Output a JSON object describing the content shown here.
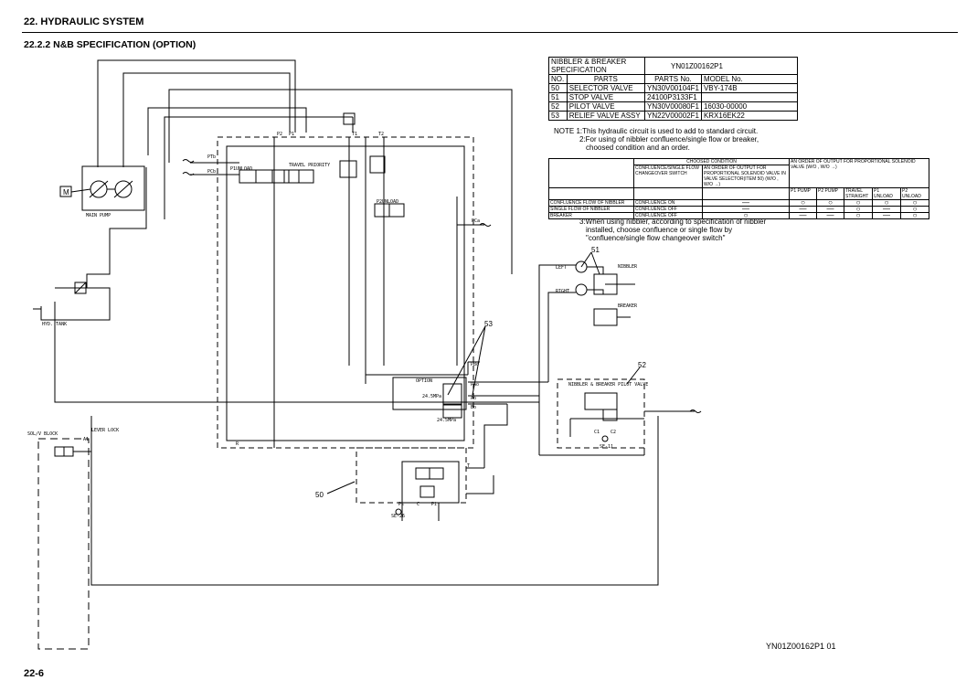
{
  "header": {
    "title": "22. HYDRAULIC SYSTEM",
    "subtitle": "22.2.2  N&B SPECIFICATION (OPTION)"
  },
  "footer": {
    "page_number": "22-6",
    "doc_code": "YN01Z00162P1  01"
  },
  "parts_table": {
    "spec_label": "NIBBLER & BREAKER SPECIFICATION",
    "spec_code": "YN01Z00162P1",
    "col_no": "NO.",
    "col_parts": "PARTS",
    "col_parts_no": "PARTS No.",
    "col_model": "MODEL No.",
    "rows": [
      {
        "no": "50",
        "part": "SELECTOR VALVE",
        "parts_no": "YN30V00104F1",
        "model": "VBY-174B"
      },
      {
        "no": "51",
        "part": "STOP VALVE",
        "parts_no": "24100P3133F1",
        "model": ""
      },
      {
        "no": "52",
        "part": "PILOT VALVE",
        "parts_no": "YN30V00080F1",
        "model": "16030-00000"
      },
      {
        "no": "53",
        "part": "RELIEF VALVE ASSY",
        "parts_no": "YN22V00002F1",
        "model": "KRX16EK22"
      }
    ]
  },
  "notes": {
    "n1": "NOTE 1:This hydraulic circuit is used to add to standard circuit.",
    "n2a": "2:For using of nibbler confluence/single flow or breaker,",
    "n2b": "choosed condition and an order.",
    "n3a": "3:When using nibbler, according to specification of nibbler",
    "n3b": "installed, choose confluence or single flow by",
    "n3c": "\"confluence/single flow changeover switch\""
  },
  "order_table": {
    "chosen_condition": "CHOOSED CONDITION",
    "order_header": "AN ORDER OF OUTPUT FOR PROPORTIONAL SOLENOID VALVE  (W/O   ,  W/O →)",
    "switch_header": "CONFLUENCE/SINGLE FLOW CHANGEOVER SWITCH",
    "selector_header": "AN ORDER OF OUTPUT FOR PROPORTIONAL SOLENOID VALVE IN VALVE SELECTOR(ITEM 50) (W/O   ,  W/O →)",
    "cols": [
      "P1 PUMP",
      "P2 PUMP",
      "TRAVEL STRAIGHT",
      "P1 UNLOAD",
      "P2 UNLOAD"
    ],
    "rows": [
      {
        "label": "CONFLUENCE FLOW OF NIBBLER",
        "switch": "CONFLUENCE ON",
        "sel": "—",
        "cells": [
          "○",
          "○",
          "○",
          "○",
          "○"
        ]
      },
      {
        "label": "SINGLE FLOW OF NIBBLER",
        "switch": "CONFLUENCE OFF",
        "sel": "—",
        "cells": [
          "—",
          "—",
          "○",
          "—",
          "○"
        ]
      },
      {
        "label": "BREAKER",
        "switch": "CONFLUENCE OFF",
        "sel": "○",
        "cells": [
          "—",
          "—",
          "○",
          "—",
          "○"
        ]
      }
    ]
  },
  "diagram_labels": {
    "main_pump": "MAIN PUMP",
    "motor": "M",
    "hyd_tank": "HYD. TANK",
    "sol_block": "SOL/V BLOCK",
    "lever_lock": "LEVER LOCK",
    "a1": "A1",
    "p1_unload": "P1UNLOAD",
    "p2_unload": "P2UNLOAD",
    "travel_priority": "TRAVEL PRIORITY",
    "ptb": "PTb",
    "pcb": "PCb",
    "pca": "PCa",
    "p1": "P1",
    "p2": "P2",
    "t1": "T1",
    "t2": "T2",
    "option": "OPTION",
    "pbo": "PBo",
    "pao": "PAo",
    "ao": "Ao",
    "bo": "Bo",
    "press1": "24.5MPa",
    "press2": "24.5MPa",
    "nibbler": "NIBBLER",
    "breaker": "BREAKER",
    "left": "LEFT",
    "right": "RIGHT",
    "pilot_valve": "NIBBLER & BREAKER PILOT VALVE",
    "se11": "SE-11",
    "se26": "SE-26",
    "ps": "Ps",
    "pi": "Pi",
    "c": "C",
    "t": "T",
    "r": "R",
    "c1": "C1",
    "c2": "C2",
    "item50": "50",
    "item51": "51",
    "item52": "52",
    "item53": "53"
  }
}
